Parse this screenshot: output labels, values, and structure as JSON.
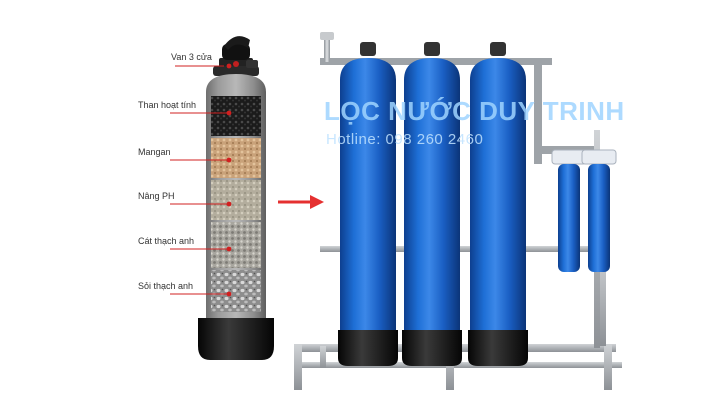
{
  "labels": {
    "valve": "Van 3 cửa",
    "carbon": "Than hoạt tính",
    "manganese": "Mangan",
    "ph": "Nâng PH",
    "sand": "Cát thạch anh",
    "gravel": "Sỏi thạch anh"
  },
  "watermark": {
    "brand": "LỌC NƯỚC DUY TRINH",
    "hotline": "Hotline: 098 260 2460"
  },
  "colors": {
    "tank_blue": "#1c63c9",
    "tank_black": "#1a1a1a",
    "arrow_red": "#e53030",
    "leader_red": "#d22020",
    "frame_grey": "#a9adb2"
  },
  "icons": {
    "arrow": "right-arrow-icon"
  }
}
